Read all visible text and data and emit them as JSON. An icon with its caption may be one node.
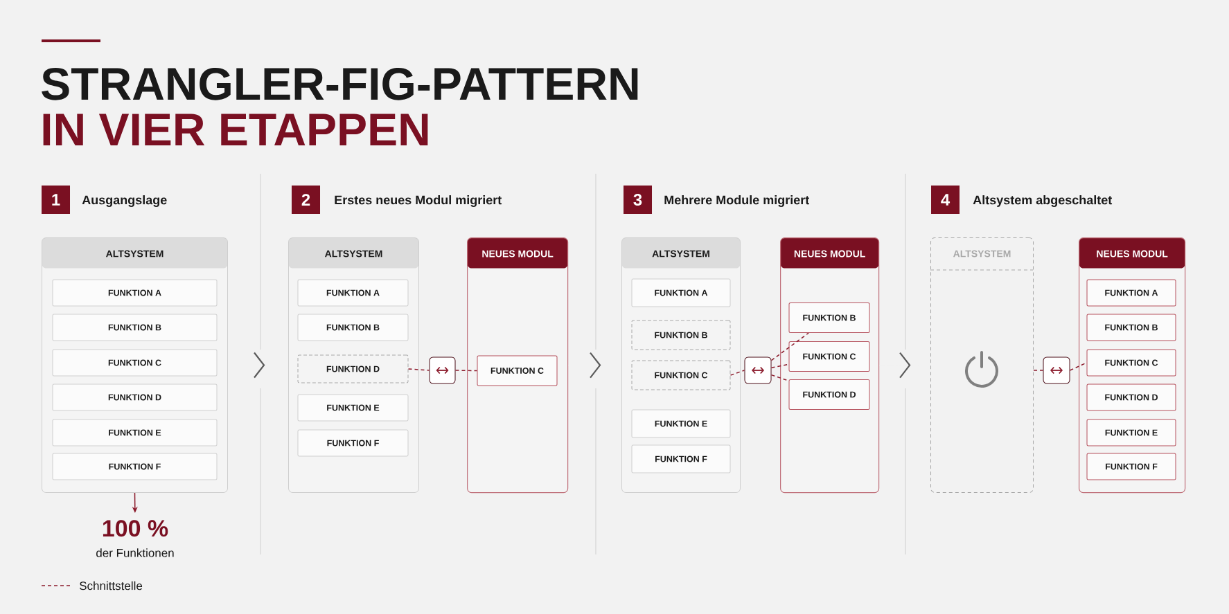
{
  "diagram": {
    "title": "STRANGLER-FIG-PATTERN",
    "nodes": [
      {
        "text": [
          "1"
        ],
        "beside": [
          "Ausgangslage"
        ]
      },
      {
        "text": [
          "ALTSYSTEM"
        ]
      },
      {
        "text": [
          "FUNKTION A"
        ],
        "in": 1
      },
      {
        "text": [
          "FUNKTION B"
        ],
        "in": 1
      },
      {
        "text": [
          "FUNKTION C"
        ],
        "in": 1
      },
      {
        "text": [
          "FUNKTION D"
        ],
        "in": 1
      },
      {
        "text": [
          "FUNKTION E"
        ],
        "in": 1
      },
      {
        "text": [
          "FUNKTION F"
        ],
        "in": 1
      },
      {
        "text": [
          "100 %",
          "der Funktionen"
        ]
      },
      {
        "text": [
          "2"
        ],
        "beside": [
          "Erstes neues Modul migriert"
        ]
      },
      {
        "text": [
          "ALTSYSTEM"
        ]
      },
      {
        "text": [
          "FUNKTION A"
        ],
        "in": 10
      },
      {
        "text": [
          "FUNKTION B"
        ],
        "in": 10
      },
      {
        "text": [
          "FUNKTION D"
        ],
        "in": 10
      },
      {
        "text": [
          "FUNKTION E"
        ],
        "in": 10
      },
      {
        "text": [
          "FUNKTION F"
        ],
        "in": 10
      },
      {
        "text": [
          "NEUES MODUL"
        ]
      },
      {
        "text": [
          "FUNKTION C"
        ],
        "in": 16
      },
      {
        "text": [],
        "shape": "box"
      },
      {
        "text": [
          "3"
        ],
        "beside": [
          "Mehrere Module migriert"
        ]
      },
      {
        "text": [
          "ALTSYSTEM"
        ]
      },
      {
        "text": [
          "FUNKTION A"
        ],
        "in": 20
      },
      {
        "text": [
          "FUNKTION B"
        ],
        "in": 20
      },
      {
        "text": [
          "FUNKTION C"
        ],
        "in": 20
      },
      {
        "text": [
          "FUNKTION E"
        ],
        "in": 20
      },
      {
        "text": [
          "FUNKTION F"
        ],
        "in": 20
      },
      {
        "text": [
          "NEUES MODUL"
        ]
      },
      {
        "text": [
          "FUNKTION B"
        ],
        "in": 26
      },
      {
        "text": [
          "FUNKTION C"
        ],
        "in": 26
      },
      {
        "text": [
          "FUNKTION D"
        ],
        "in": 26
      },
      {
        "text": [],
        "shape": "box"
      },
      {
        "text": [
          "4"
        ],
        "beside": [
          "Altsystem abgeschaltet"
        ]
      },
      {
        "text": [
          "ALTSYSTEM"
        ]
      },
      {
        "text": [
          "NEUES MODUL"
        ]
      },
      {
        "text": [
          "FUNKTION A"
        ],
        "in": 33
      },
      {
        "text": [
          "FUNKTION B"
        ],
        "in": 33
      },
      {
        "text": [
          "FUNKTION C"
        ],
        "in": 33
      },
      {
        "text": [
          "FUNKTION D"
        ],
        "in": 33
      },
      {
        "text": [
          "FUNKTION E"
        ],
        "in": 33
      },
      {
        "text": [
          "FUNKTION F"
        ],
        "in": 33
      },
      {
        "text": [],
        "shape": "box"
      }
    ],
    "edges": [
      {
        "from": 1,
        "to": 8,
        "arrow": "to"
      },
      {
        "from": 13,
        "to": 18,
        "arrow": "none",
        "style": "dashed"
      },
      {
        "from": 18,
        "to": 17,
        "arrow": "none",
        "style": "dashed"
      },
      {
        "from": 23,
        "to": 30,
        "arrow": "none",
        "style": "dashed"
      },
      {
        "from": 30,
        "to": 27,
        "arrow": "none",
        "style": "dashed"
      },
      {
        "from": 30,
        "to": 28,
        "arrow": "none",
        "style": "dashed"
      },
      {
        "from": 30,
        "to": 29,
        "arrow": "none",
        "style": "dashed"
      },
      {
        "from": 32,
        "to": 40,
        "arrow": "none",
        "style": "dashed"
      },
      {
        "from": 40,
        "to": 36,
        "arrow": "none",
        "style": "dashed"
      },
      {
        "from": 1,
        "to": 10,
        "arrow": "to",
        "color": "#5a5a5a"
      },
      {
        "from": 16,
        "to": 20,
        "arrow": "to",
        "color": "#5a5a5a"
      },
      {
        "from": 26,
        "to": 32,
        "arrow": "to",
        "color": "#5a5a5a"
      }
    ],
    "labels": [
      "IN VIER ETAPPEN"
    ],
    "legend": [
      {
        "text": "Schnittstelle"
      }
    ]
  }
}
